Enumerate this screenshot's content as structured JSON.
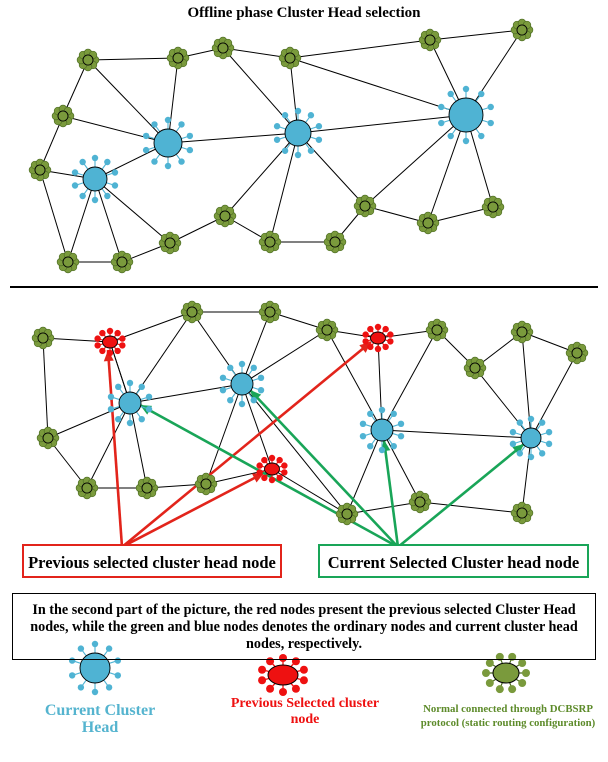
{
  "title": "Offline phase Cluster Head selection",
  "labels": {
    "previous_box": "Previous selected cluster head node",
    "current_box": "Current Selected Cluster head node"
  },
  "note": "In the second part of the picture, the red nodes present the previous selected Cluster Head nodes, while the green and blue nodes denotes the ordinary nodes and current cluster head nodes, respectively.",
  "legend": {
    "current_cluster_head": "Current Cluster Head",
    "previous_selected": "Previous Selected cluster node",
    "normal": "Normal connected through DCBSRP protocol (static routing configuration)"
  },
  "colors": {
    "cluster_head": "#4fb3d3",
    "previous_head": "#ee1111",
    "normal_node": "#7a9a3c",
    "previous_arrow": "#e2241b",
    "current_arrow": "#19a558"
  }
}
